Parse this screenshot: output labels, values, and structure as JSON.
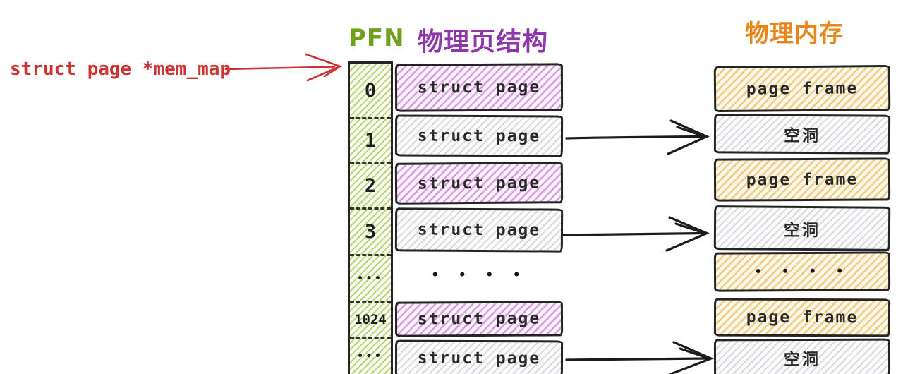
{
  "colors": {
    "pointer_red": "#cc3434",
    "pfn_green": "#6fa11f",
    "page_struct_purple": "#9036ad",
    "phys_mem_orange": "#e8861c",
    "ink": "#242424"
  },
  "pointer": {
    "label": "struct page *mem_map"
  },
  "headers": {
    "pfn": "PFN",
    "page_struct": "物理页结构",
    "phys_mem": "物理内存"
  },
  "columns": {
    "pfn": {
      "cells": [
        "0",
        "1",
        "2",
        "3",
        "•••",
        "1024",
        "•••"
      ]
    },
    "page_struct": {
      "rows": [
        {
          "label": "struct page",
          "variant": "purple"
        },
        {
          "label": "struct page",
          "variant": "gray"
        },
        {
          "label": "struct page",
          "variant": "purple"
        },
        {
          "label": "struct page",
          "variant": "gray"
        },
        {
          "label": "• • • •",
          "variant": "dots"
        },
        {
          "label": "struct page",
          "variant": "purple"
        },
        {
          "label": "struct page",
          "variant": "gray"
        }
      ]
    },
    "phys_mem": {
      "rows": [
        {
          "label": "page frame",
          "variant": "orange"
        },
        {
          "label": "空洞",
          "variant": "gray"
        },
        {
          "label": "page frame",
          "variant": "orange"
        },
        {
          "label": "空洞",
          "variant": "gray"
        },
        {
          "label": "• • • •",
          "variant": "orange-dots"
        },
        {
          "label": "page frame",
          "variant": "orange"
        },
        {
          "label": "空洞",
          "variant": "gray"
        }
      ]
    }
  }
}
